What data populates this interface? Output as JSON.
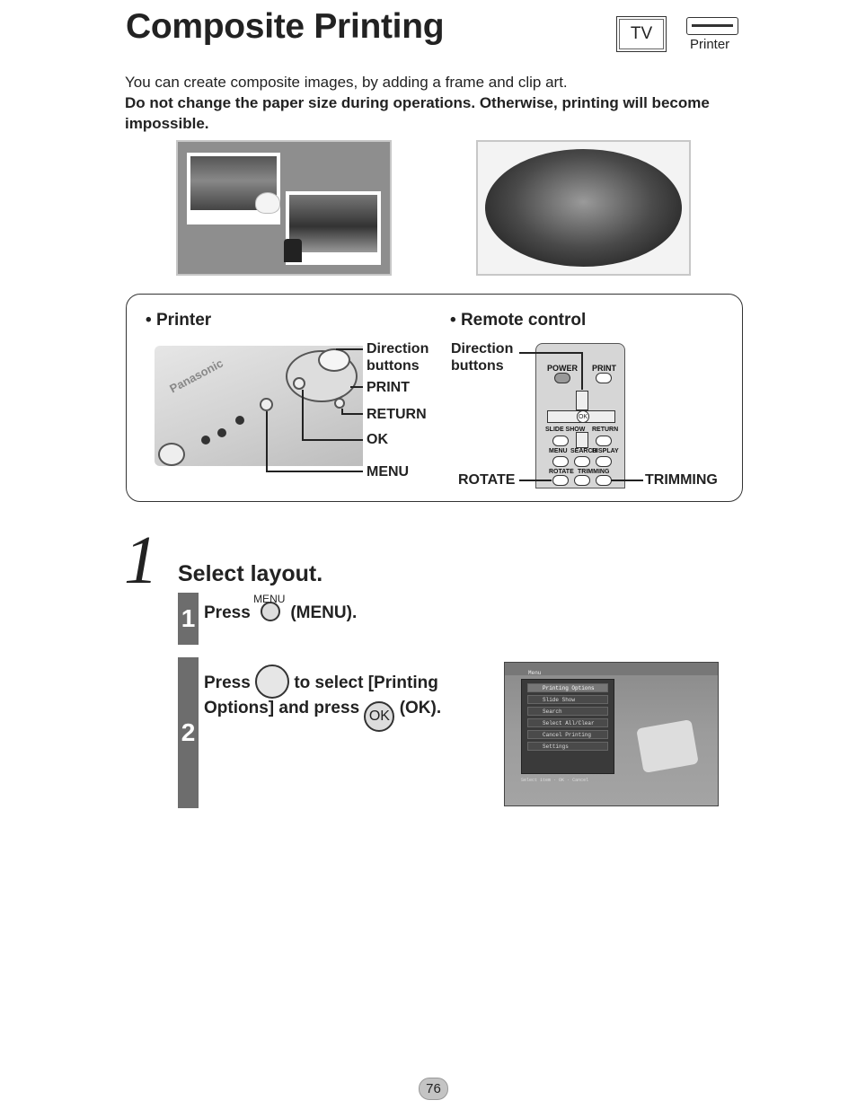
{
  "header": {
    "title": "Composite Printing",
    "mode_tv": "TV",
    "mode_printer": "Printer"
  },
  "intro": {
    "line1": "You can create composite images, by adding a frame and clip art.",
    "warning": "Do not change the paper size during operations. Otherwise, printing will become impossible."
  },
  "controls": {
    "printer_heading": "Printer",
    "remote_heading": "Remote control",
    "printer_labels": {
      "direction": "Direction buttons",
      "print": "PRINT",
      "return": "RETURN",
      "ok": "OK",
      "menu": "MENU"
    },
    "printer_brand": "Panasonic",
    "remote_labels": {
      "direction": "Direction buttons",
      "rotate": "ROTATE",
      "trimming": "TRIMMING"
    },
    "remote_buttons": {
      "power": "POWER",
      "print": "PRINT",
      "ok": "OK",
      "slideshow": "SLIDE SHOW",
      "return": "RETURN",
      "menu": "MENU",
      "search": "SEARCH",
      "display": "DISPLAY",
      "rotate": "ROTATE",
      "trimming": "TRIMMING"
    }
  },
  "step": {
    "number": "1",
    "title": "Select layout.",
    "substeps": [
      {
        "number": "1",
        "press": "Press",
        "key_label": "MENU",
        "after": "(MENU)."
      },
      {
        "number": "2",
        "press": "Press",
        "middle": "to select [Printing",
        "line2_start": "Options] and press",
        "ok_label": "OK",
        "after": "(OK)."
      }
    ]
  },
  "screen": {
    "title": "Menu",
    "items": [
      "Printing Options",
      "Slide Show",
      "Search",
      "Select All/Clear",
      "Cancel Printing",
      "Settings"
    ],
    "footer_select": "Select item",
    "footer_ok": "OK",
    "footer_cancel": "Cancel"
  },
  "page_number": "76"
}
